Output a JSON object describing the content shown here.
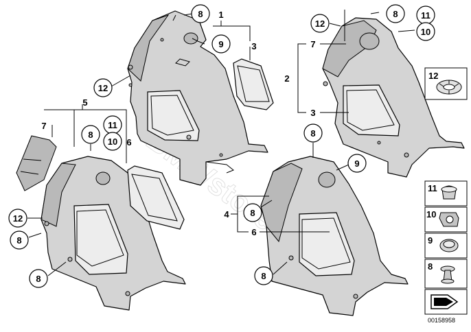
{
  "watermark": "BMWstore.pl",
  "document_id": "00158958",
  "groups": [
    {
      "label": "1",
      "parts": [
        "8",
        "9",
        "12",
        "3"
      ]
    },
    {
      "label": "2",
      "parts": [
        "7",
        "3"
      ]
    },
    {
      "label": "4",
      "parts": [
        "8",
        "6"
      ]
    },
    {
      "label": "5",
      "parts": [
        "7",
        "8",
        "11",
        "10",
        "6"
      ]
    }
  ],
  "callouts": {
    "c8a": "8",
    "c1": "1",
    "c9a": "9",
    "c3a": "3",
    "c12a": "12",
    "c12b": "12",
    "c8b": "8",
    "c11a": "11",
    "c10a": "10",
    "c7a": "7",
    "c2": "2",
    "c3b": "3",
    "c12c": "12",
    "c5": "5",
    "c7b": "7",
    "c8c": "8",
    "c11b": "11",
    "c10b": "10",
    "c6a": "6",
    "c12d": "12",
    "c8d": "8",
    "c8e": "8",
    "c8f": "8",
    "c9b": "9",
    "c4": "4",
    "c8g": "8",
    "c6b": "6",
    "c8h": "8"
  },
  "legend": [
    {
      "label": "11",
      "name": "expanding-rivet"
    },
    {
      "label": "10",
      "name": "clip-nut"
    },
    {
      "label": "9",
      "name": "round-cap"
    },
    {
      "label": "8",
      "name": "push-rivet"
    }
  ]
}
